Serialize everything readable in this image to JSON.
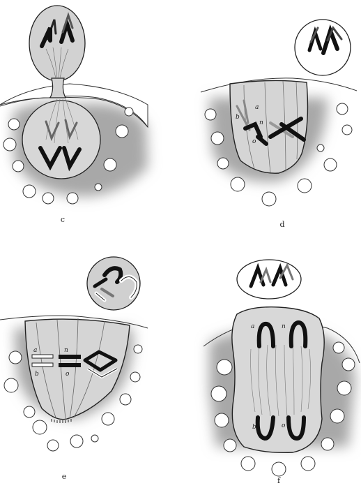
{
  "panels": {
    "c": {
      "label": "c"
    },
    "d": {
      "label": "d",
      "marks": [
        "a",
        "b",
        "n",
        "o"
      ]
    },
    "e": {
      "label": "e",
      "marks": [
        "a",
        "b",
        "n",
        "o"
      ]
    },
    "f": {
      "label": "f",
      "marks": [
        "a",
        "b",
        "n",
        "o"
      ]
    }
  },
  "colors": {
    "ink": "#1a1a1a",
    "cell": "#cfcfcf",
    "cytoplasm": "#dcdcdc",
    "shade": "#a8a8a8"
  }
}
